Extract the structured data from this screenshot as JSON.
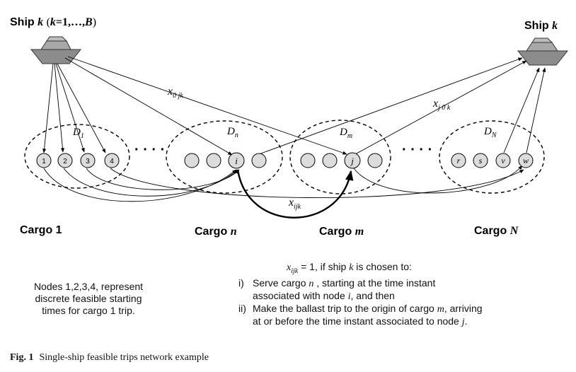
{
  "ship_left": {
    "label": "Ship",
    "var": "k",
    "range_open": "(",
    "range_var": "k",
    "range_mid": "=1,…,",
    "range_end": "B",
    "range_close": ")"
  },
  "ship_right": {
    "label": "Ship",
    "var": "k"
  },
  "arc_labels": {
    "x0jk": {
      "base": "x",
      "sub": "0 jk"
    },
    "xj0k": {
      "base": "x",
      "sub": "j 0 k"
    },
    "xijk": {
      "base": "x",
      "sub": "ijk"
    }
  },
  "groups": {
    "d1": {
      "label": "D",
      "sub": "1"
    },
    "dn": {
      "label": "D",
      "sub": "n"
    },
    "dm": {
      "label": "D",
      "sub": "m"
    },
    "dN": {
      "label": "D",
      "sub": "N"
    }
  },
  "nodes": {
    "n1": "1",
    "n2": "2",
    "n3": "3",
    "n4": "4",
    "i": "i",
    "j": "j",
    "r": "r",
    "s": "s",
    "v": "v",
    "w": "w"
  },
  "ellipsis": "· · · ·",
  "cargo_labels": {
    "c1": "Cargo 1",
    "cn_word": "Cargo",
    "cn_var": "n",
    "cm_word": "Cargo",
    "cm_var": "m",
    "cN_word": "Cargo",
    "cN_var": "N"
  },
  "note": [
    "Nodes 1,2,3,4, represent",
    "discrete feasible starting",
    "times for cargo 1 trip."
  ],
  "definition": {
    "var_base": "x",
    "var_sub": "ijk",
    "head_rest": " = 1, if ship ",
    "head_var": "k",
    "head_end": " is chosen to:",
    "item1_num": "i)",
    "item1_a": "Serve cargo ",
    "item1_var": "n",
    "item1_b": " , starting at the time instant",
    "item1_c": "associated with node ",
    "item1_var2": "i",
    "item1_d": ", and then",
    "item2_num": "ii)",
    "item2_a": "Make the ballast trip to the origin of cargo ",
    "item2_var": "m",
    "item2_b": ", arriving",
    "item2_c": "at or before the time instant associated to node ",
    "item2_var2": "j",
    "item2_d": "."
  },
  "caption": {
    "fig": "Fig. 1",
    "text": "Single-ship feasible trips network example"
  }
}
